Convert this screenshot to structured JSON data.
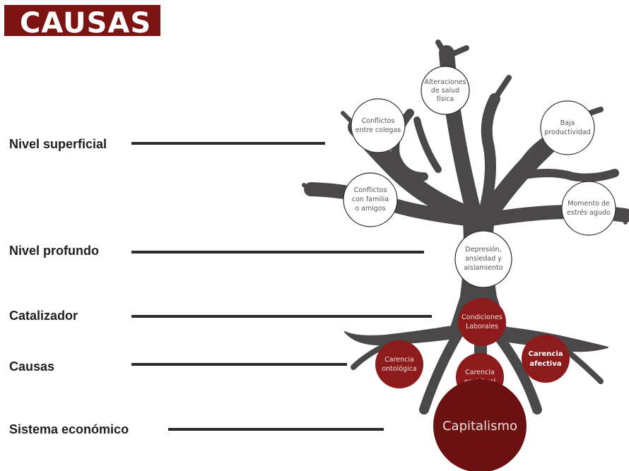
{
  "title": "CAUSAS",
  "levels": [
    {
      "label": "Nivel superficial"
    },
    {
      "label": "Nivel profundo"
    },
    {
      "label": "Catalizador"
    },
    {
      "label": "Causas"
    },
    {
      "label": "Sistema económico"
    }
  ],
  "nodes": {
    "salud": [
      "Alteraciones",
      "de salud",
      "física"
    ],
    "colegas": [
      "Conflictos",
      "entre colegas"
    ],
    "productividad": [
      "Baja",
      "productividad"
    ],
    "familia": [
      "Conflictos",
      "con familia",
      "o amigos"
    ],
    "estres": [
      "Momento de",
      "estrés agudo"
    ],
    "depresion": [
      "Depresión,",
      "ansiedad y",
      "aislamiento"
    ],
    "laborales": [
      "Condiciones",
      "Laborales"
    ],
    "ontologica": [
      "Carencia",
      "ontológica"
    ],
    "espiritual": [
      "Carencia",
      "espiritual"
    ],
    "afectiva": [
      "Carencia",
      "afectiva"
    ],
    "capitalismo": "Capitalismo"
  },
  "colors": {
    "title_bg": "#7d1414",
    "tree": "#4a4849",
    "node_red": "#8e1b1b",
    "capitalismo": "#6b1111",
    "line": "#2b2b2b"
  }
}
